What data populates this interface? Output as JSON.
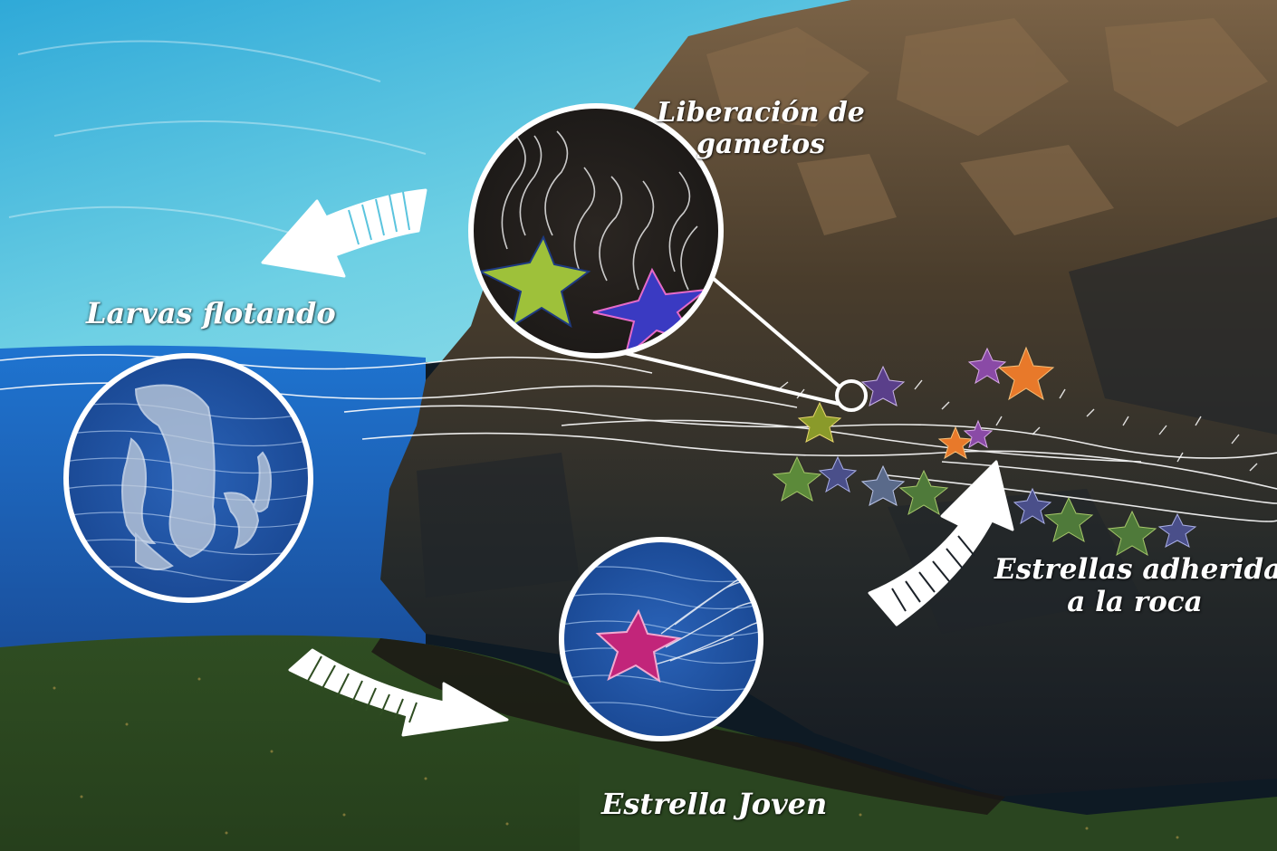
{
  "labels": {
    "gametos_line1": "Liberación de",
    "gametos_line2": "gametos",
    "larvas": "Larvas flotando",
    "adheridas_line1": "Estrellas adheridas",
    "adheridas_line2": "a la roca",
    "joven": "Estrella Joven"
  },
  "icons": [
    "arrow-icon",
    "starfish-icon",
    "larva-icon",
    "gamete-plume-icon"
  ],
  "colors": {
    "sky": "#5bc4de",
    "sea": "#1e66c2",
    "seabed": "#2e4a22",
    "rock": "#3a3128",
    "circle_outline": "#ffffff",
    "starfish_orange": "#e8792a",
    "starfish_purple": "#8a4aa6",
    "starfish_green": "#5c8a3a",
    "starfish_magenta": "#c2257a"
  }
}
